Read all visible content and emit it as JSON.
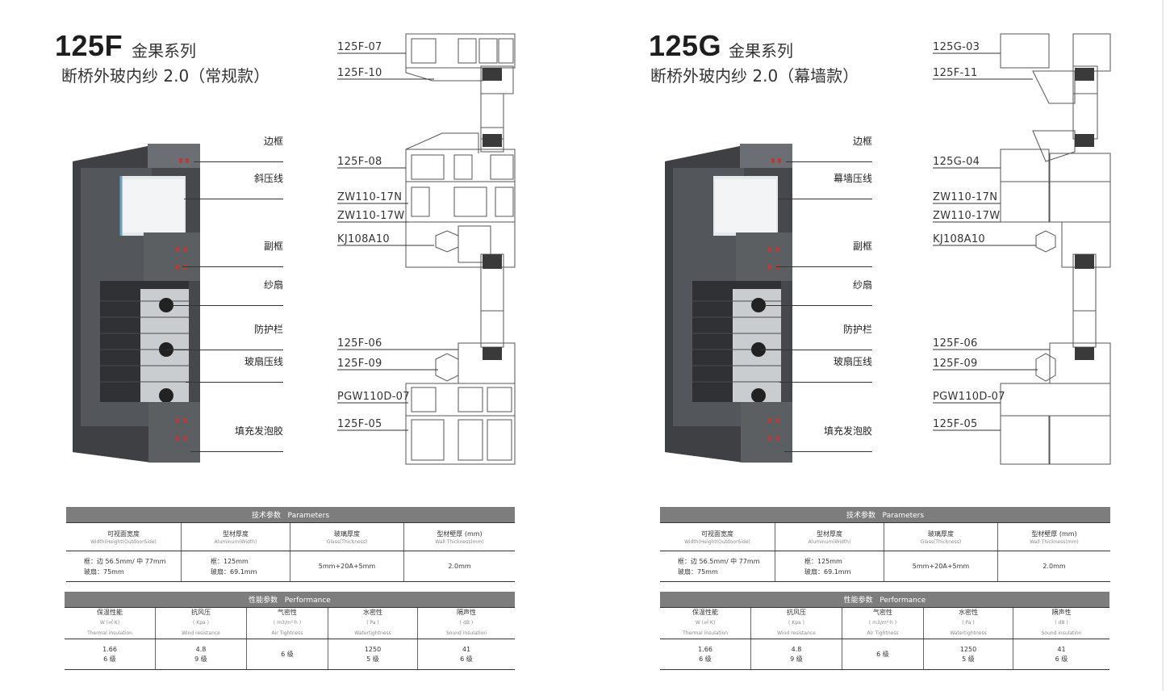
{
  "pages": [
    {
      "model": "125F",
      "series": "金果系列",
      "subtitle": "断桥外玻内纱 2.0（常规款）",
      "callouts": [
        "边框",
        "斜压线",
        "副框",
        "纱扇",
        "防护栏",
        "玻扇压线",
        "填充发泡胶"
      ],
      "profiles": [
        "125F-07",
        "125F-10",
        "125F-08",
        "ZW110-17N",
        "ZW110-17W",
        "KJ108A10",
        "125F-06",
        "125F-09",
        "PGW110D-07",
        "125F-05"
      ],
      "tech": {
        "title": "技术参数",
        "title_en": "Parameters",
        "headers": [
          {
            "cn": "可视面宽度",
            "en": "Width(Height(OutdoorSide)"
          },
          {
            "cn": "型材厚度",
            "en": "Aluminum(Width)"
          },
          {
            "cn": "玻璃厚度",
            "en": "Glass(Thickness)"
          },
          {
            "cn": "型材壁厚 (mm)",
            "en": "Wall Thickness(mm)"
          }
        ],
        "values": [
          [
            "框：边 56.5mm/ 中 77mm",
            "玻扇：75mm"
          ],
          [
            "框：125mm",
            "玻扇：69.1mm"
          ],
          [
            "5mm+20A+5mm"
          ],
          [
            "2.0mm"
          ]
        ]
      },
      "perf": {
        "title": "性能参数",
        "title_en": "Performance",
        "headers": [
          {
            "cn": "保温性能",
            "unit": "W (㎡·K)",
            "en": "Thermal insulation"
          },
          {
            "cn": "抗风压",
            "unit": "( Kpa )",
            "en": "Wind resistance"
          },
          {
            "cn": "气密性",
            "unit": "( m3/m²·h )",
            "en": "Air Tightness"
          },
          {
            "cn": "水密性",
            "unit": "( Pa )",
            "en": "Watertightness"
          },
          {
            "cn": "隔声性",
            "unit": "( dB )",
            "en": "Sound insulation"
          }
        ],
        "values": [
          [
            "1.66",
            "6 级"
          ],
          [
            "4.8",
            "9 级"
          ],
          [
            "6 级"
          ],
          [
            "1250",
            "5 级"
          ],
          [
            "41",
            "6 级"
          ]
        ]
      }
    },
    {
      "model": "125G",
      "series": "金果系列",
      "subtitle": "断桥外玻内纱 2.0（幕墙款）",
      "callouts": [
        "边框",
        "幕墙压线",
        "副框",
        "纱扇",
        "防护栏",
        "玻扇压线",
        "填充发泡胶"
      ],
      "profiles": [
        "125G-03",
        "125F-11",
        "125G-04",
        "ZW110-17N",
        "ZW110-17W",
        "KJ108A10",
        "125F-06",
        "125F-09",
        "PGW110D-07",
        "125F-05"
      ],
      "tech": {
        "title": "技术参数",
        "title_en": "Parameters",
        "headers": [
          {
            "cn": "可视面宽度",
            "en": "Width(Height(OutdoorSide)"
          },
          {
            "cn": "型材厚度",
            "en": "Aluminum(Width)"
          },
          {
            "cn": "玻璃厚度",
            "en": "Glass(Thickness)"
          },
          {
            "cn": "型材壁厚 (mm)",
            "en": "Wall Thickness(mm)"
          }
        ],
        "values": [
          [
            "框：边 56.5mm/ 中 77mm",
            "玻扇：75mm"
          ],
          [
            "框：125mm",
            "玻扇：69.1mm"
          ],
          [
            "5mm+20A+5mm"
          ],
          [
            "2.0mm"
          ]
        ]
      },
      "perf": {
        "title": "性能参数",
        "title_en": "Performance",
        "headers": [
          {
            "cn": "保温性能",
            "unit": "W (㎡·K)",
            "en": "Thermal insulation"
          },
          {
            "cn": "抗风压",
            "unit": "( Kpa )",
            "en": "Wind resistance"
          },
          {
            "cn": "气密性",
            "unit": "( m3/m²·h )",
            "en": "Air Tightness"
          },
          {
            "cn": "水密性",
            "unit": "( Pa )",
            "en": "Watertightness"
          },
          {
            "cn": "隔声性",
            "unit": "( dB )",
            "en": "Sound insulation"
          }
        ],
        "values": [
          [
            "1.66",
            "6 级"
          ],
          [
            "4.8",
            "9 级"
          ],
          [
            "6 级"
          ],
          [
            "1250",
            "5 级"
          ],
          [
            "41",
            "6 级"
          ]
        ]
      }
    }
  ]
}
